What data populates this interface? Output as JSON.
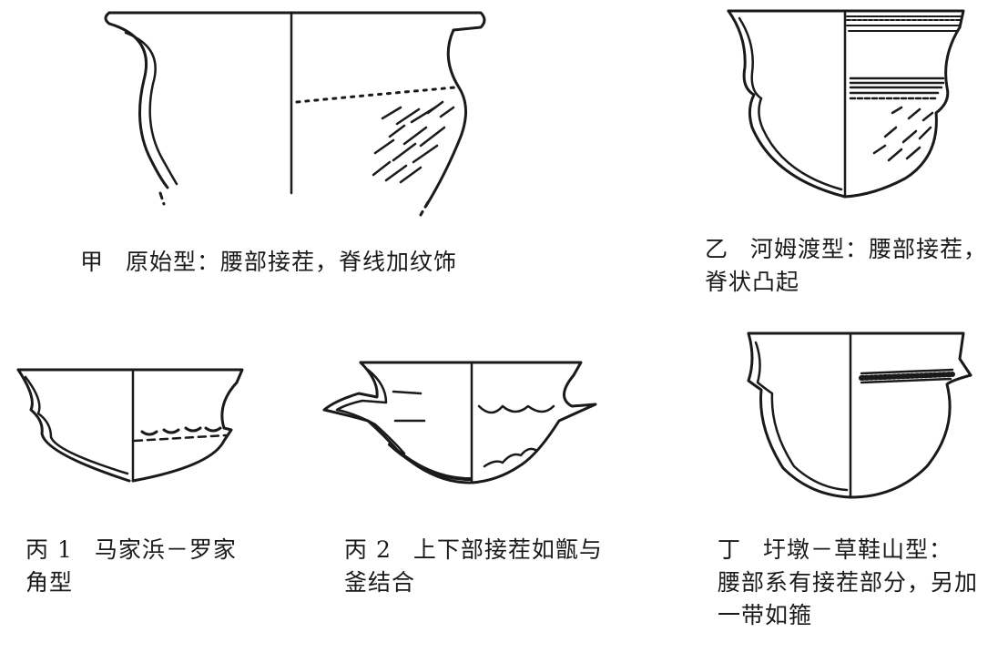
{
  "colors": {
    "ink": "#1a1a1a",
    "background": "#ffffff"
  },
  "vessels": [
    {
      "id": "jia",
      "label": "甲",
      "caption_lines": [
        "原始型：腰部接茬，脊线加纹饰"
      ]
    },
    {
      "id": "yi",
      "label": "乙",
      "caption_lines": [
        "河姆渡型：腰部接茬，",
        "脊状凸起"
      ]
    },
    {
      "id": "bing1",
      "label": "丙 1",
      "caption_lines": [
        "马家浜－罗家",
        "角型"
      ]
    },
    {
      "id": "bing2",
      "label": "丙 2",
      "caption_lines": [
        "上下部接茬如甑与",
        "釜结合"
      ]
    },
    {
      "id": "ding",
      "label": "丁",
      "caption_lines": [
        "圩墩－草鞋山型：",
        "腰部系有接茬部分，另加",
        "一带如箍"
      ]
    }
  ]
}
